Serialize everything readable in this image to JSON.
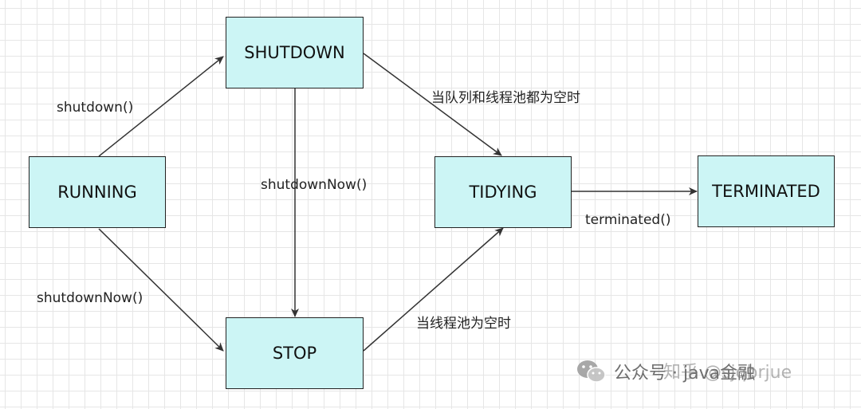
{
  "diagram": {
    "states": {
      "running": "RUNNING",
      "shutdown": "SHUTDOWN",
      "stop": "STOP",
      "tidying": "TIDYING",
      "terminated": "TERMINATED"
    },
    "transitions": {
      "running_to_shutdown": "shutdown()",
      "running_to_stop": "shutdownNow()",
      "shutdown_to_stop": "shutdownNow()",
      "shutdown_to_tidying": "当队列和线程池都为空时",
      "stop_to_tidying": "当线程池为空时",
      "tidying_to_terminated": "terminated()"
    },
    "colors": {
      "state_fill": "#ccf5f5",
      "state_border": "#222222",
      "edge": "#333333",
      "grid": "#e6e6e6"
    }
  },
  "watermark": {
    "icon": "wechat-icon",
    "text": "公众号 · java金融",
    "overlay_text": "知乎 @sjqbrjue"
  }
}
